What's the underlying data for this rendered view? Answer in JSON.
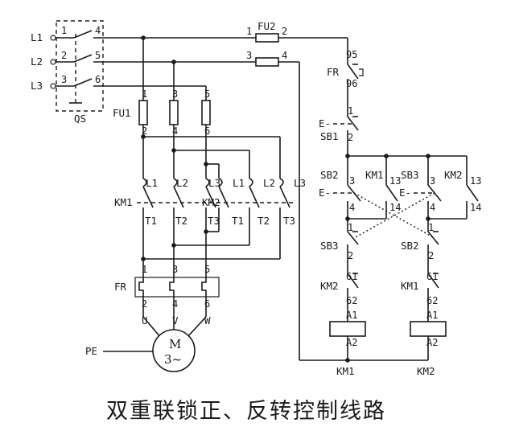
{
  "title": "双重联锁正、反转控制线路",
  "mains": {
    "l1": "L1",
    "l2": "L2",
    "l3": "L3",
    "qs": "QS"
  },
  "pins": {
    "p1": "1",
    "p2": "2",
    "p3": "3",
    "p4": "4",
    "p5": "5",
    "p6": "6",
    "p13": "13",
    "p14": "14",
    "p61": "61",
    "p62": "62",
    "p95": "95",
    "p96": "96"
  },
  "components": {
    "fu1": "FU1",
    "fu2": "FU2",
    "fr": "FR",
    "km1": "KM1",
    "km2": "KM2",
    "sb1": "SB1",
    "sb2": "SB2",
    "sb3": "SB3",
    "pe": "PE",
    "motor_m": "M",
    "motor_3": "3~",
    "coil_a1": "A1",
    "coil_a2": "A2",
    "sb_e": "E-",
    "t1": "T1",
    "t2": "T2",
    "t3": "T3",
    "u": "U",
    "v": "V",
    "w": "W"
  }
}
